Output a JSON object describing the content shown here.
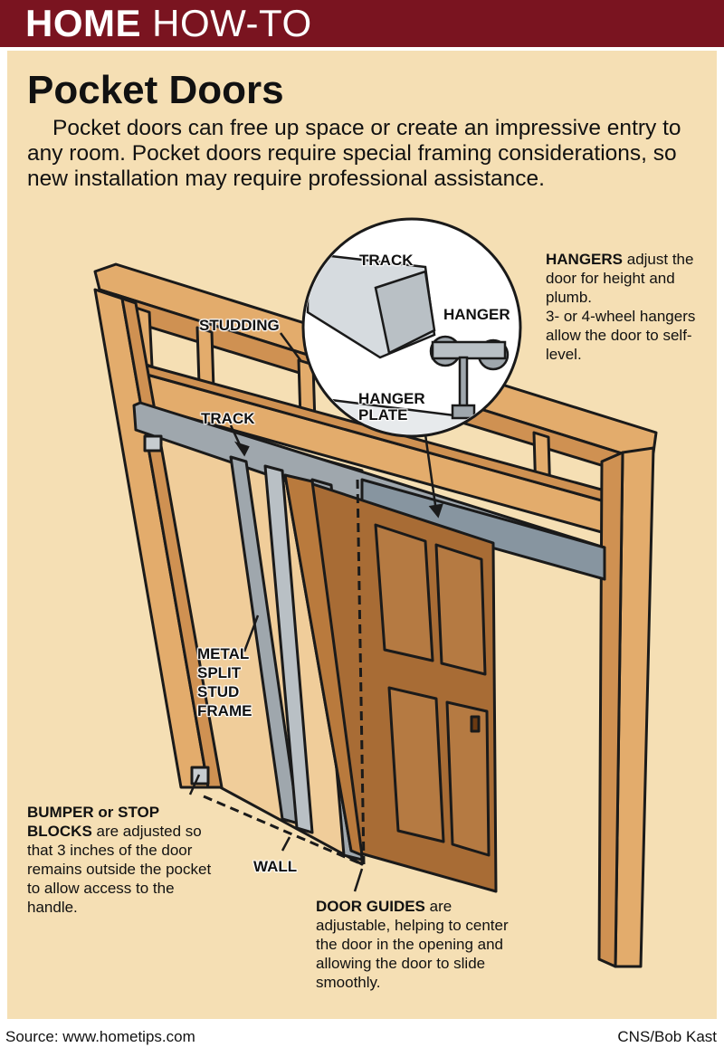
{
  "header": {
    "title_bold": "HOME",
    "title_rest": "HOW-TO"
  },
  "heading": "Pocket Doors",
  "intro": "Pocket doors can free up space or create an impressive entry to any room. Pocket doors require special framing considerations, so new installation may require professional assistance.",
  "labels": {
    "track_inset": "TRACK",
    "hanger": "HANGER",
    "hanger_plate": "HANGER\nPLATE",
    "studding": "STUDDING",
    "track": "TRACK",
    "metal_split_stud_frame": "METAL\nSPLIT\nSTUD\nFRAME",
    "wall": "WALL"
  },
  "notes": {
    "hangers_bold": "HANGERS",
    "hangers_text": " adjust the door for height and plumb.\n3-  or 4-wheel hangers allow the door to self-level.",
    "bumper_bold": "BUMPER or STOP BLOCKS",
    "bumper_text": " are adjusted so that 3 inches of the door remains outside the pocket to allow access to the handle.",
    "guides_bold": "DOOR GUIDES",
    "guides_text": " are adjustable, helping to center the door in the opening and allowing the door to slide smoothly."
  },
  "footer": {
    "source": "Source: www.hometips.com",
    "credit": "CNS/Bob Kast"
  },
  "colors": {
    "header": "#7a1420",
    "panel": "#f5dfb4",
    "wood": "#e3ac6c",
    "door": "#a86c35",
    "metal": "#9fa7ad"
  }
}
